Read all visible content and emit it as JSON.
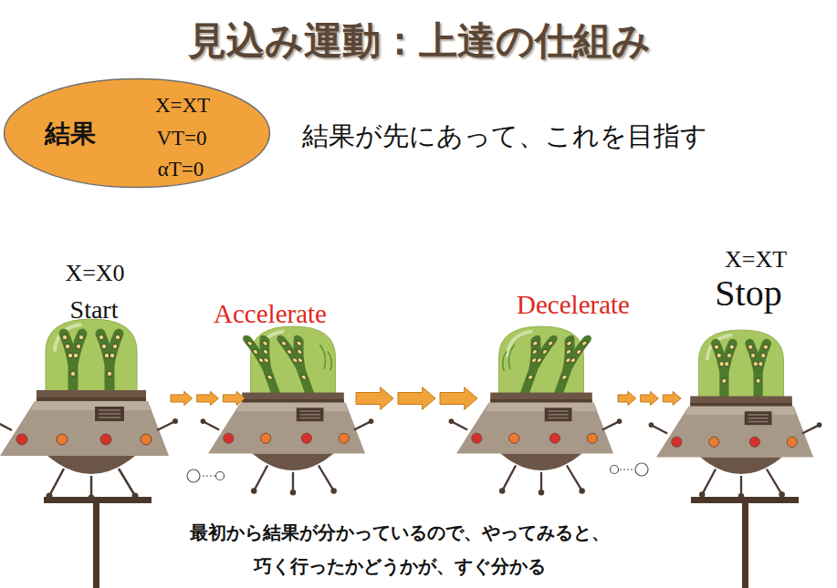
{
  "diagram": {
    "title": "見込み運動：上達の仕組み",
    "caption": "最初から結果が分かっているので、やってみると、 巧く行ったかどうかが、すぐ分かる",
    "nodes": [
      {
        "text": [
          "結果",
          "X=XT",
          "VT=0",
          "αT=0"
        ]
      },
      {
        "text": [
          "X=X0",
          "Start"
        ]
      },
      {
        "text": [
          "Accelerate"
        ]
      },
      {
        "text": [
          "Decelerate"
        ]
      },
      {
        "text": [
          "X=XT",
          "Stop"
        ]
      }
    ],
    "edges": [
      {
        "from": 1,
        "to": 2,
        "arrow": "to"
      },
      {
        "from": 2,
        "to": 3,
        "arrow": "to"
      },
      {
        "from": 3,
        "to": 4,
        "arrow": "to"
      }
    ],
    "labels": [
      "結果が先にあって、これを目指す"
    ]
  }
}
